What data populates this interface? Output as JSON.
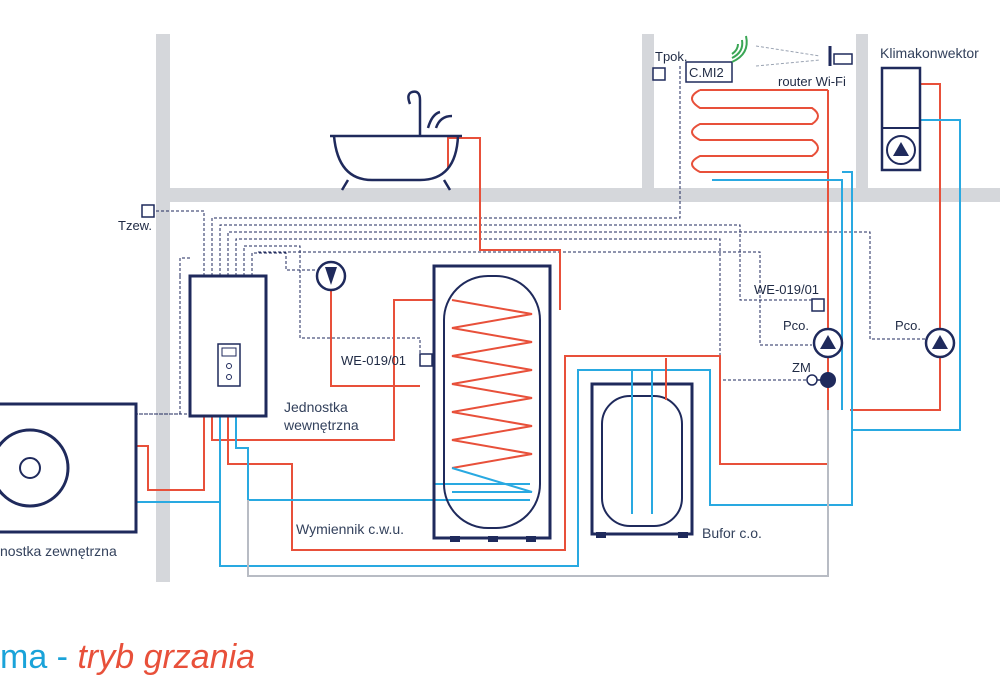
{
  "labels": {
    "tpok": "Tpok.",
    "cmi2": "C.MI2",
    "router": "router Wi-Fi",
    "klimakonwektor": "Klimakonwektor",
    "tzew": "Tzew.",
    "we019_a": "WE-019/01",
    "we019_b": "WE-019/01",
    "pco_a": "Pco.",
    "pco_b": "Pco.",
    "zm": "ZM",
    "jednostka_line1": "Jednostka",
    "jednostka_line2": "wewnętrzna",
    "jednostka_zew": "nostka zewnętrzna",
    "wymiennik": "Wymiennik c.w.u.",
    "bufor": "Bufor c.o."
  },
  "title": {
    "part1": "ma",
    "part2": " - ",
    "part3": "tryb grzania"
  },
  "colors": {
    "hot": "#e8503a",
    "cold": "#29a9e1",
    "wall": "#d5d7db",
    "unit": "#1f2a5c",
    "signal": "#1f2a5c",
    "wifi": "#3aa655"
  }
}
